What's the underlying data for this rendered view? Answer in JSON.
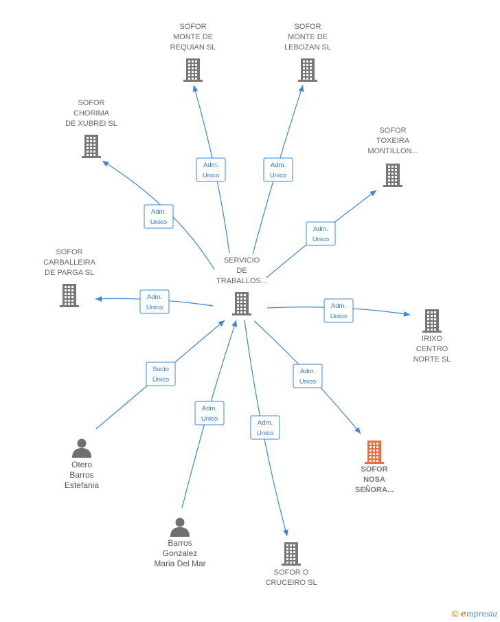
{
  "colors": {
    "edge": "#3d86d4",
    "building": "#777777",
    "highlight": "#f26b3a",
    "person": "#6f6f6f"
  },
  "center": {
    "lines": [
      "SERVICIO",
      "DE",
      "TRABALLOS..."
    ]
  },
  "nodes": [
    {
      "id": "requian",
      "kind": "company",
      "lines": [
        "SOFOR",
        "MONTE DE",
        "REQUIAN  SL"
      ]
    },
    {
      "id": "lebozan",
      "kind": "company",
      "lines": [
        "SOFOR",
        "MONTE DE",
        "LEBOZAN  SL"
      ]
    },
    {
      "id": "chorima",
      "kind": "company",
      "lines": [
        "SOFOR",
        "CHORIMA",
        "DE XUBREI  SL"
      ]
    },
    {
      "id": "toxeira",
      "kind": "company",
      "lines": [
        "SOFOR",
        "TOXEIRA",
        "MONTILLON..."
      ]
    },
    {
      "id": "carballeira",
      "kind": "company",
      "lines": [
        "SOFOR",
        "CARBALLEIRA",
        "DE PARGA  SL"
      ]
    },
    {
      "id": "irixo",
      "kind": "company",
      "lines": [
        "IRIXO",
        "CENTRO",
        "NORTE  SL"
      ]
    },
    {
      "id": "nosa",
      "kind": "company",
      "highlight": true,
      "lines": [
        "SOFOR",
        "NOSA",
        "SEÑORA..."
      ]
    },
    {
      "id": "cruceiro",
      "kind": "company",
      "lines": [
        "SOFOR O",
        "CRUCEIRO  SL"
      ]
    },
    {
      "id": "otero",
      "kind": "person",
      "lines": [
        "Otero",
        "Barros",
        "Estefania"
      ]
    },
    {
      "id": "barros",
      "kind": "person",
      "lines": [
        "Barros",
        "Gonzalez",
        "Maria Del Mar"
      ]
    }
  ],
  "edges": [
    {
      "to": "requian",
      "label": [
        "Adm.",
        "Unico"
      ]
    },
    {
      "to": "lebozan",
      "label": [
        "Adm.",
        "Unico"
      ]
    },
    {
      "to": "chorima",
      "label": [
        "Adm.",
        "Unico"
      ]
    },
    {
      "to": "toxeira",
      "label": [
        "Adm.",
        "Unico"
      ]
    },
    {
      "to": "carballeira",
      "label": [
        "Adm.",
        "Unico"
      ]
    },
    {
      "to": "irixo",
      "label": [
        "Adm.",
        "Unico"
      ]
    },
    {
      "to": "nosa",
      "label": [
        "Adm.",
        "Unico"
      ]
    },
    {
      "to": "cruceiro",
      "label": [
        "Adm.",
        "Unico"
      ]
    },
    {
      "from": "otero",
      "label": [
        "Socio",
        "Único"
      ]
    },
    {
      "from": "barros",
      "label": [
        "Adm.",
        "Unico"
      ]
    }
  ],
  "footer": {
    "copyright": "©",
    "brand_initial": "e",
    "brand_rest": "mpresia"
  }
}
